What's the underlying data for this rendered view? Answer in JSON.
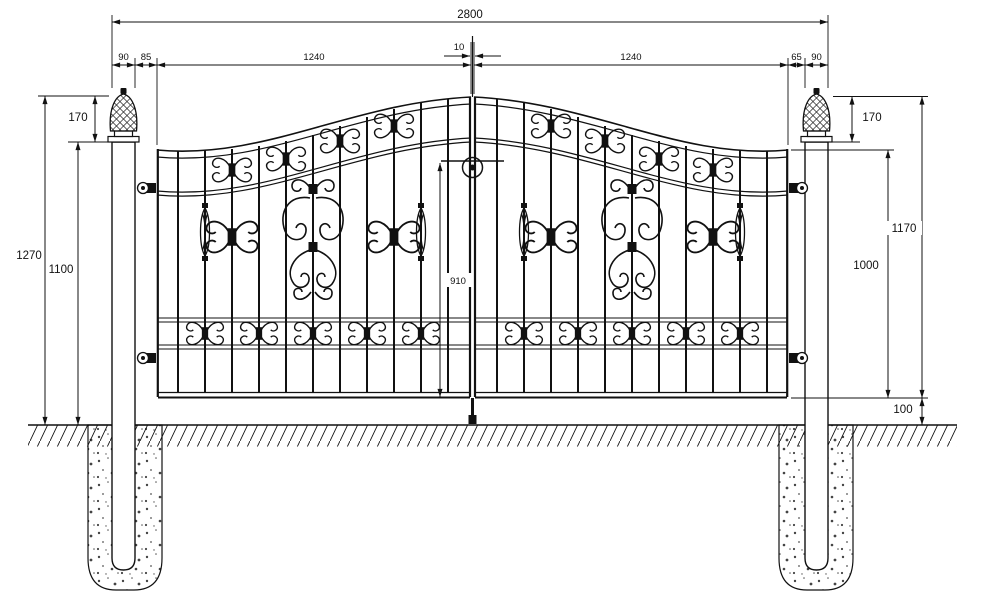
{
  "drawing": {
    "type": "double-leaf wrought iron gate elevation",
    "dims": {
      "total_width": "2800",
      "left_post_width": "90",
      "left_post_gap": "85",
      "left_leaf_width": "1240",
      "center_gap": "10",
      "right_leaf_width": "1240",
      "right_post_gap": "65",
      "right_post_width": "90",
      "left_finial_height": "170",
      "right_finial_height": "170",
      "left_overall_height": "1270",
      "left_post_height": "1100",
      "gate_overall_height": "1170",
      "gate_frame_height": "1000",
      "lock_height": "910",
      "ground_clearance": "100"
    }
  }
}
